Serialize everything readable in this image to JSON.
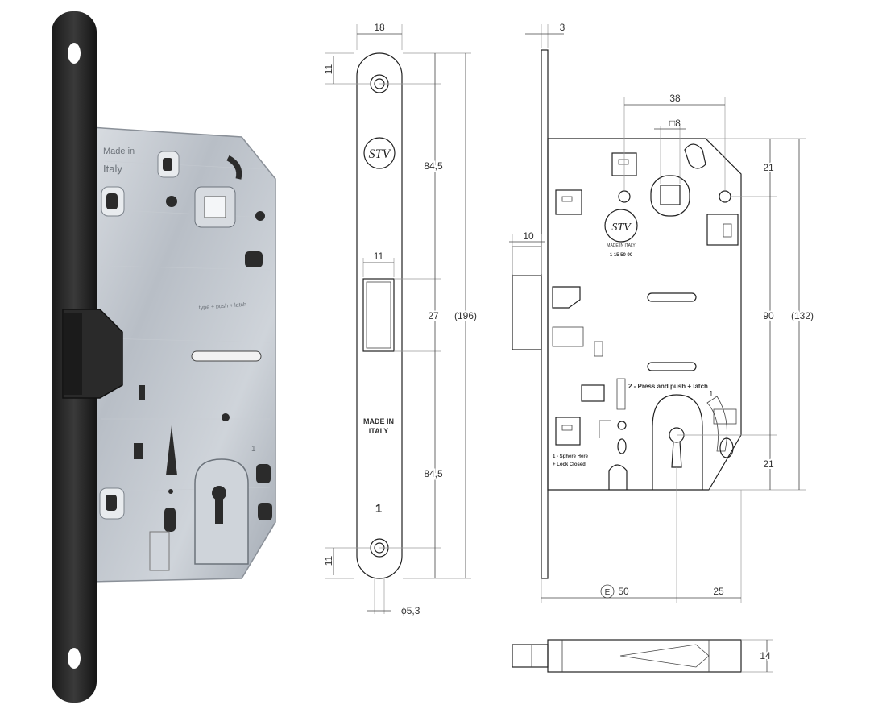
{
  "photo": {
    "case_text_1": "Made in",
    "case_text_2": "Italy",
    "case_text_3": "1",
    "case_text_4": "type + push + latch"
  },
  "faceplate_drawing": {
    "dim_width": "18",
    "dim_top_hole": "11",
    "dim_upper": "84,5",
    "dim_latch_width": "11",
    "dim_latch": "27",
    "dim_total": "(196)",
    "dim_lower": "84,5",
    "dim_bottom_hole": "11",
    "dim_hole_dia": "ϕ5,3",
    "made_in_1": "MADE IN",
    "made_in_2": "ITALY",
    "plate_number": "1"
  },
  "side_drawing": {
    "dim_plate_thick": "3",
    "dim_spacing_38": "38",
    "dim_square": "□8",
    "dim_21_top": "21",
    "dim_latch_10": "10",
    "dim_90": "90",
    "dim_132": "(132)",
    "dim_21_bottom": "21",
    "dim_backset_e": "E",
    "dim_backset": "50",
    "dim_25": "25",
    "dim_14": "14",
    "logo": "STV",
    "logo_text": "MADE IN ITALY",
    "code": "1 15 50 90",
    "instr_2": "2 - Press and push + latch",
    "instr_1_a": "1 - Sphere Here",
    "instr_1_b": "+ Lock Closed",
    "case_1": "1"
  }
}
